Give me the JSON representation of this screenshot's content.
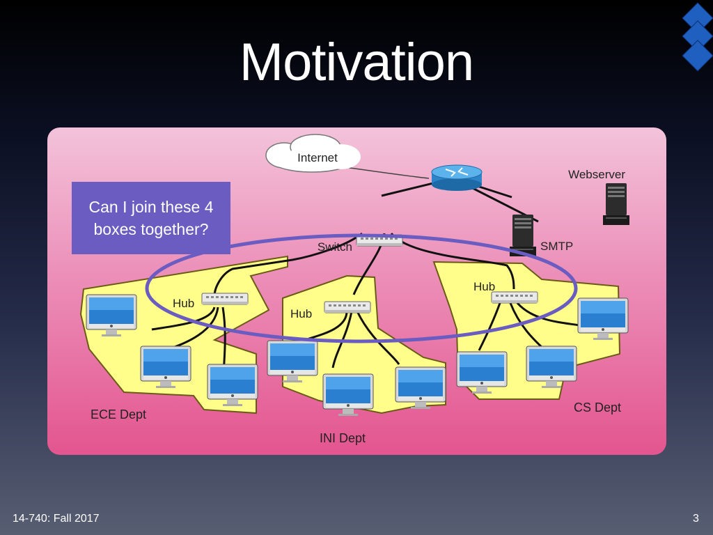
{
  "slide": {
    "title": "Motivation",
    "callout": "Can I join these 4 boxes together?",
    "footer": "14-740: Fall 2017",
    "page_number": "3"
  },
  "diagram": {
    "internet_label": "Internet",
    "webserver_label": "Webserver",
    "smtp_label": "SMTP",
    "switch_label": "Switch",
    "hub_left_label": "Hub",
    "hub_center_label": "Hub",
    "hub_right_label": "Hub",
    "ece_label": "ECE Dept",
    "ini_label": "INI Dept",
    "cs_label": "CS Dept"
  },
  "colors": {
    "accent_blue": "#1f5fbf",
    "callout": "#6a5cc0",
    "diagram_pink": "#e35a94",
    "dept_yellow": "#fffe8a",
    "ellipse": "#6a5cc0"
  }
}
